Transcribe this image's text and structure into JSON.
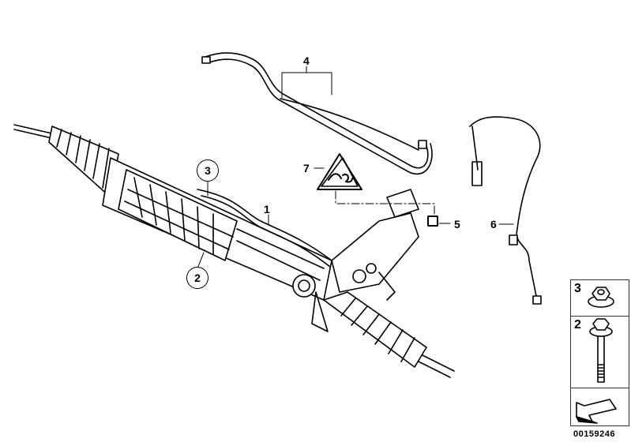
{
  "diagram": {
    "callouts": [
      {
        "id": "1",
        "label": "1"
      },
      {
        "id": "2",
        "label": "2"
      },
      {
        "id": "3",
        "label": "3"
      },
      {
        "id": "4",
        "label": "4"
      },
      {
        "id": "5",
        "label": "5"
      },
      {
        "id": "6",
        "label": "6"
      },
      {
        "id": "7",
        "label": "7"
      }
    ],
    "legend": [
      {
        "label": "3",
        "icon": "flange-nut-icon"
      },
      {
        "label": "2",
        "icon": "hex-bolt-icon"
      },
      {
        "label": "",
        "icon": "arrow-left-down-icon"
      }
    ],
    "document_number": "00159246",
    "colors": {
      "line": "#000000",
      "background": "#ffffff"
    }
  }
}
